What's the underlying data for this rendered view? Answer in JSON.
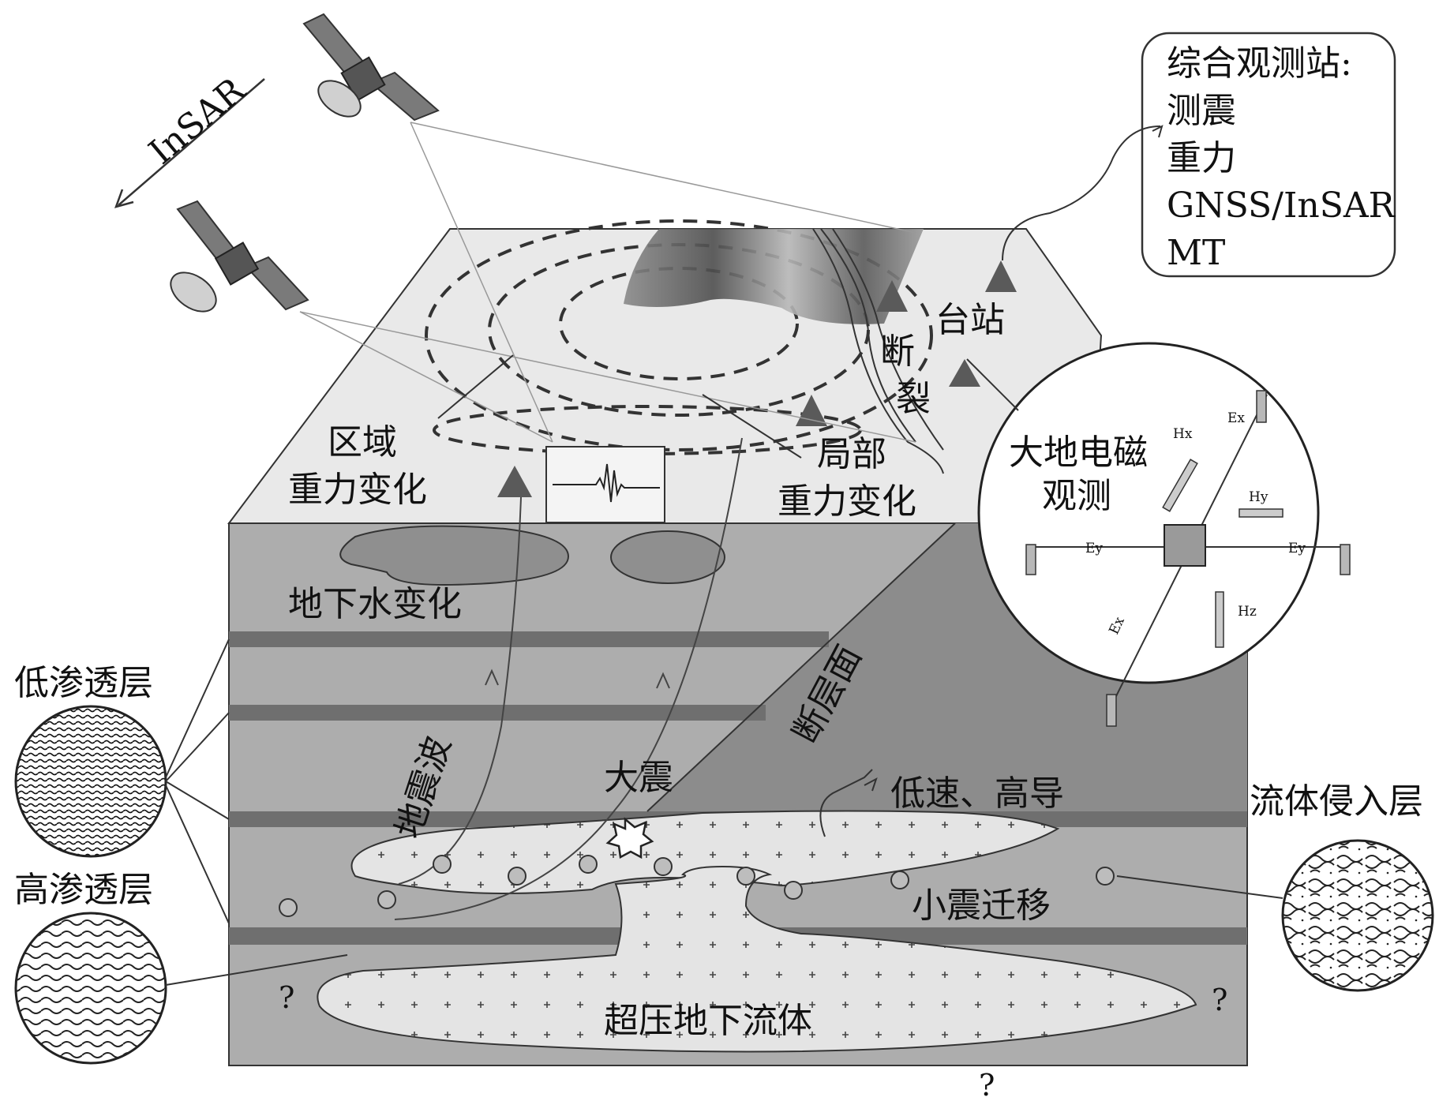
{
  "labels": {
    "insar": "InSAR",
    "station_box": [
      "综合观测站:",
      "测震",
      "重力",
      "GNSS/InSAR",
      "MT"
    ],
    "station": "台站",
    "fault_rupture": [
      "断",
      "裂"
    ],
    "regional_gravity": [
      "区域",
      "重力变化"
    ],
    "local_gravity": [
      "局部",
      "重力变化"
    ],
    "mt_title": [
      "大地电磁",
      "观测"
    ],
    "mt_components": {
      "hx": "Hx",
      "hy": "Hy",
      "hz": "Hz",
      "ex_top": "Ex",
      "ex_bottom": "Ex",
      "ey_left": "Ey",
      "ey_right": "Ey"
    },
    "groundwater": "地下水变化",
    "fault_plane": "断层面",
    "seismic_wave": "地震波",
    "big_quake": "大震",
    "low_velocity": "低速、高导",
    "small_quake_migration": "小震迁移",
    "overpressure_fluid": "超压地下流体",
    "low_perm": "低渗透层",
    "high_perm": "高渗透层",
    "fluid_intrusion": "流体侵入层",
    "question_marks": [
      "?",
      "?",
      "?"
    ]
  },
  "colors": {
    "block_side": "#adadad",
    "block_top": "#e9e9e9",
    "dark_band": "#6f6f6f",
    "fault_block": "#8c8c8c",
    "fluid_fill": "#e4e4e4",
    "triangle": "#5a5a5a"
  }
}
